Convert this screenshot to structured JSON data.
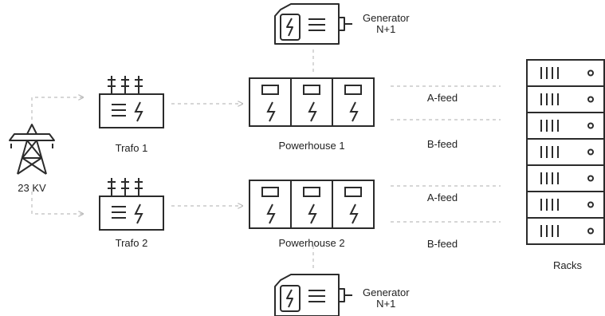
{
  "labels": {
    "tower": "23 KV",
    "trafo1": "Trafo 1",
    "trafo2": "Trafo 2",
    "powerhouse1": "Powerhouse 1",
    "powerhouse2": "Powerhouse 2",
    "generator_top_line1": "Generator",
    "generator_top_line2": "N+1",
    "generator_bottom_line1": "Generator",
    "generator_bottom_line2": "N+1",
    "feed_a_1": "A-feed",
    "feed_b_1": "B-feed",
    "feed_a_2": "A-feed",
    "feed_b_2": "B-feed",
    "racks": "Racks"
  },
  "icons": {
    "tower": "transmission-tower-icon",
    "transformer": "transformer-icon",
    "powerhouse": "powerhouse-icon",
    "generator": "generator-icon",
    "server": "server-rack-icon"
  },
  "colors": {
    "stroke": "#2b2b2b",
    "connector": "#bdbdbd"
  }
}
